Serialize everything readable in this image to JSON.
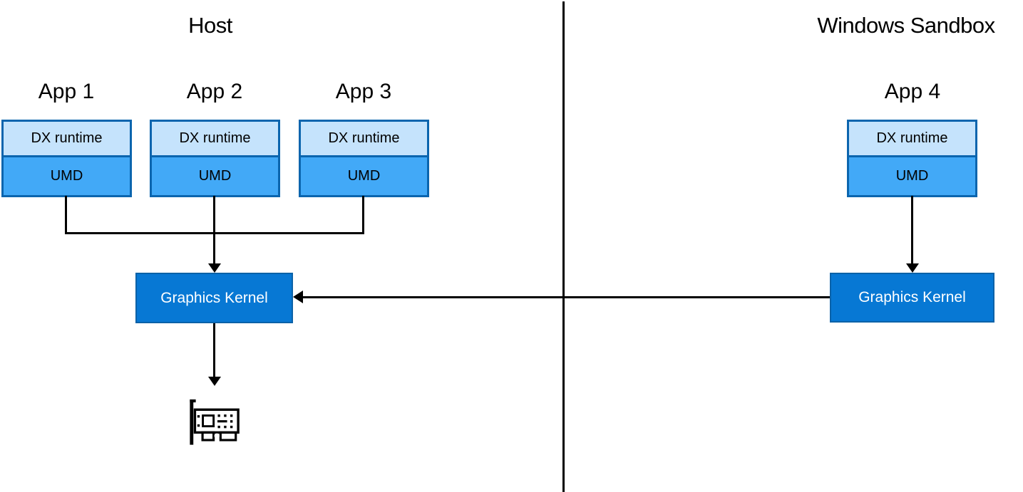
{
  "panels": {
    "host": {
      "title": "Host"
    },
    "sandbox": {
      "title": "Windows Sandbox"
    }
  },
  "apps": [
    {
      "label": "App 1",
      "dx": "DX runtime",
      "umd": "UMD"
    },
    {
      "label": "App 2",
      "dx": "DX runtime",
      "umd": "UMD"
    },
    {
      "label": "App 3",
      "dx": "DX runtime",
      "umd": "UMD"
    },
    {
      "label": "App 4",
      "dx": "DX runtime",
      "umd": "UMD"
    }
  ],
  "kernels": {
    "host": "Graphics Kernel",
    "sandbox": "Graphics Kernel"
  },
  "icons": {
    "gpu": "gpu-card-icon"
  },
  "colors": {
    "dx_runtime_fill": "#c5e3fc",
    "umd_fill": "#42a9f7",
    "box_border": "#0b65ae",
    "kernel_fill": "#0778d4",
    "kernel_text": "#ffffff",
    "line_color": "#000000",
    "background": "#ffffff",
    "text": "#000000"
  }
}
